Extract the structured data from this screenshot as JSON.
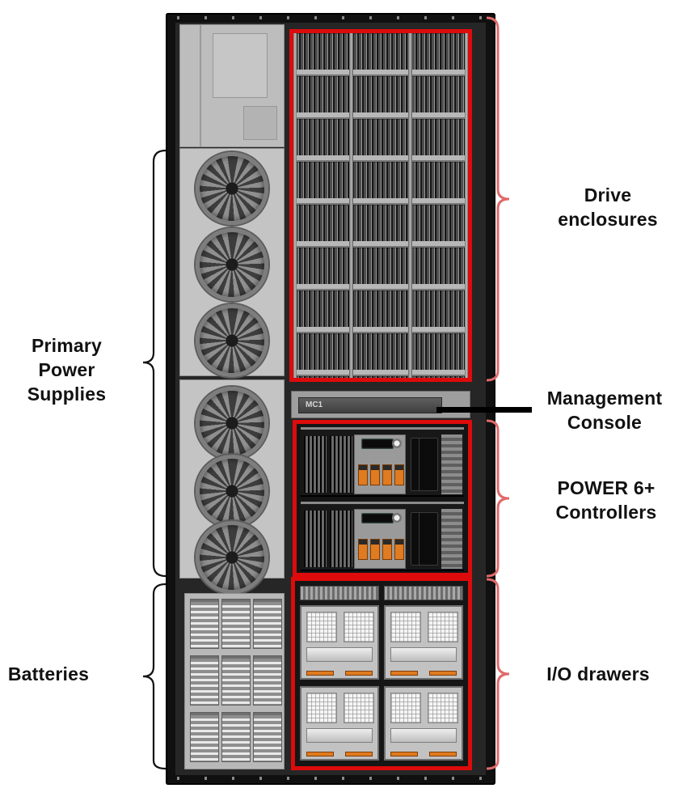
{
  "diagram": {
    "labels": {
      "primary_power": {
        "line1": "Primary",
        "line2": "Power",
        "line3": "Supplies"
      },
      "batteries": "Batteries",
      "drive_enclosures": {
        "line1": "Drive",
        "line2": "enclosures"
      },
      "management_console": {
        "line1": "Management",
        "line2": "Console"
      },
      "power6_controllers": {
        "line1": "POWER 6+",
        "line2": "Controllers"
      },
      "io_drawers": "I/O drawers"
    },
    "rack": {
      "console_label": "MC1"
    },
    "colors": {
      "highlight_red": "#dd0b0b",
      "brace_red": "#e06a6a",
      "brace_black": "#111111",
      "accent_orange": "#e07b20",
      "label_text": "#111111"
    }
  }
}
